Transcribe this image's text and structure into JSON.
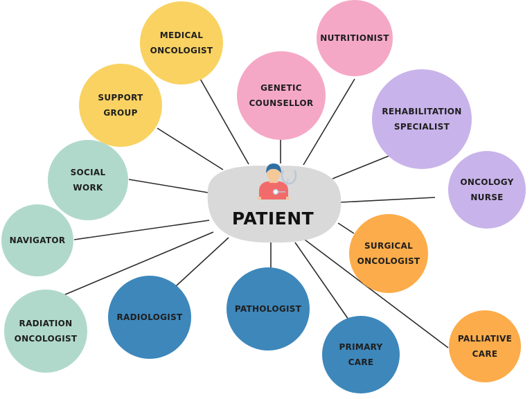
{
  "center": {
    "label": "PATIENT",
    "icon": "patient-doctor-icon",
    "fill": "#d9d9d9"
  },
  "colors": {
    "yellow": "#f9d262",
    "pink": "#f5a8c6",
    "purple": "#c8b3ea",
    "orange": "#fcac4a",
    "blue": "#3d87bb",
    "mint": "#b0d9cc"
  },
  "nodes": [
    {
      "id": "medical-oncologist",
      "lines": [
        "MEDICAL",
        "ONCOLOGIST"
      ],
      "color": "yellow"
    },
    {
      "id": "nutritionist",
      "lines": [
        "NUTRITIONIST"
      ],
      "color": "pink"
    },
    {
      "id": "genetic-counsellor",
      "lines": [
        "GENETIC",
        "COUNSELLOR"
      ],
      "color": "pink"
    },
    {
      "id": "support-group",
      "lines": [
        "SUPPORT",
        "GROUP"
      ],
      "color": "yellow"
    },
    {
      "id": "rehabilitation-specialist",
      "lines": [
        "REHABILITATION",
        "SPECIALIST"
      ],
      "color": "purple"
    },
    {
      "id": "social-work",
      "lines": [
        "SOCIAL",
        "WORK"
      ],
      "color": "mint"
    },
    {
      "id": "oncology-nurse",
      "lines": [
        "ONCOLOGY",
        "NURSE"
      ],
      "color": "purple"
    },
    {
      "id": "navigator",
      "lines": [
        "NAVIGATOR"
      ],
      "color": "mint"
    },
    {
      "id": "surgical-oncologist",
      "lines": [
        "SURGICAL",
        "ONCOLOGIST"
      ],
      "color": "orange"
    },
    {
      "id": "radiation-oncologist",
      "lines": [
        "RADIATION",
        "ONCOLOGIST"
      ],
      "color": "mint"
    },
    {
      "id": "radiologist",
      "lines": [
        "RADIOLOGIST"
      ],
      "color": "blue"
    },
    {
      "id": "pathologist",
      "lines": [
        "PATHOLOGIST"
      ],
      "color": "blue"
    },
    {
      "id": "primary-care",
      "lines": [
        "PRIMARY",
        "CARE"
      ],
      "color": "blue"
    },
    {
      "id": "palliative-care",
      "lines": [
        "PALLIATIVE",
        "CARE"
      ],
      "color": "orange"
    }
  ]
}
